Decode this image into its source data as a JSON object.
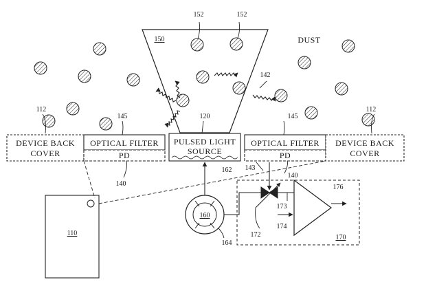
{
  "labels": {
    "dust": "DUST",
    "device_back_cover_line1": "DEVICE BACK",
    "device_back_cover_line2": "COVER",
    "optical_filter": "OPTICAL FILTER",
    "pd": "PD",
    "pulsed_light_line1": "PULSED LIGHT",
    "pulsed_light_line2": "SOURCE"
  },
  "refs": {
    "r110": "110",
    "r112_left": "112",
    "r112_right": "112",
    "r120": "120",
    "r140_left": "140",
    "r140_right": "140",
    "r142": "142",
    "r143": "143",
    "r145_left": "145",
    "r145_right": "145",
    "r150": "150",
    "r152_a": "152",
    "r152_b": "152",
    "r160": "160",
    "r162": "162",
    "r164": "164",
    "r170": "170",
    "r172": "172",
    "r173": "173",
    "r174": "174",
    "r176": "176"
  },
  "icons": {
    "particle": "dust-particle-icon",
    "light_ray": "wavy-arrow-icon",
    "amplifier": "amplifier-triangle-icon",
    "diode": "diode-icon"
  }
}
